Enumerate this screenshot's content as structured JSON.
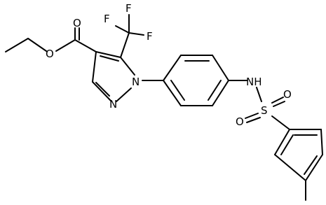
{
  "molecule": {
    "atom_labels": {
      "ester_carbonyl_oxygen": "O",
      "ester_ether_oxygen": "O",
      "fluorine_top_left": "F",
      "fluorine_top_right": "F",
      "fluorine_right": "F",
      "pyrazole_n1": "N",
      "pyrazole_n2": "N",
      "amine_nh": "NH",
      "sulfonyl_oxygen_left": "O",
      "sulfonyl_oxygen_right": "O",
      "sulfur": "S"
    }
  }
}
